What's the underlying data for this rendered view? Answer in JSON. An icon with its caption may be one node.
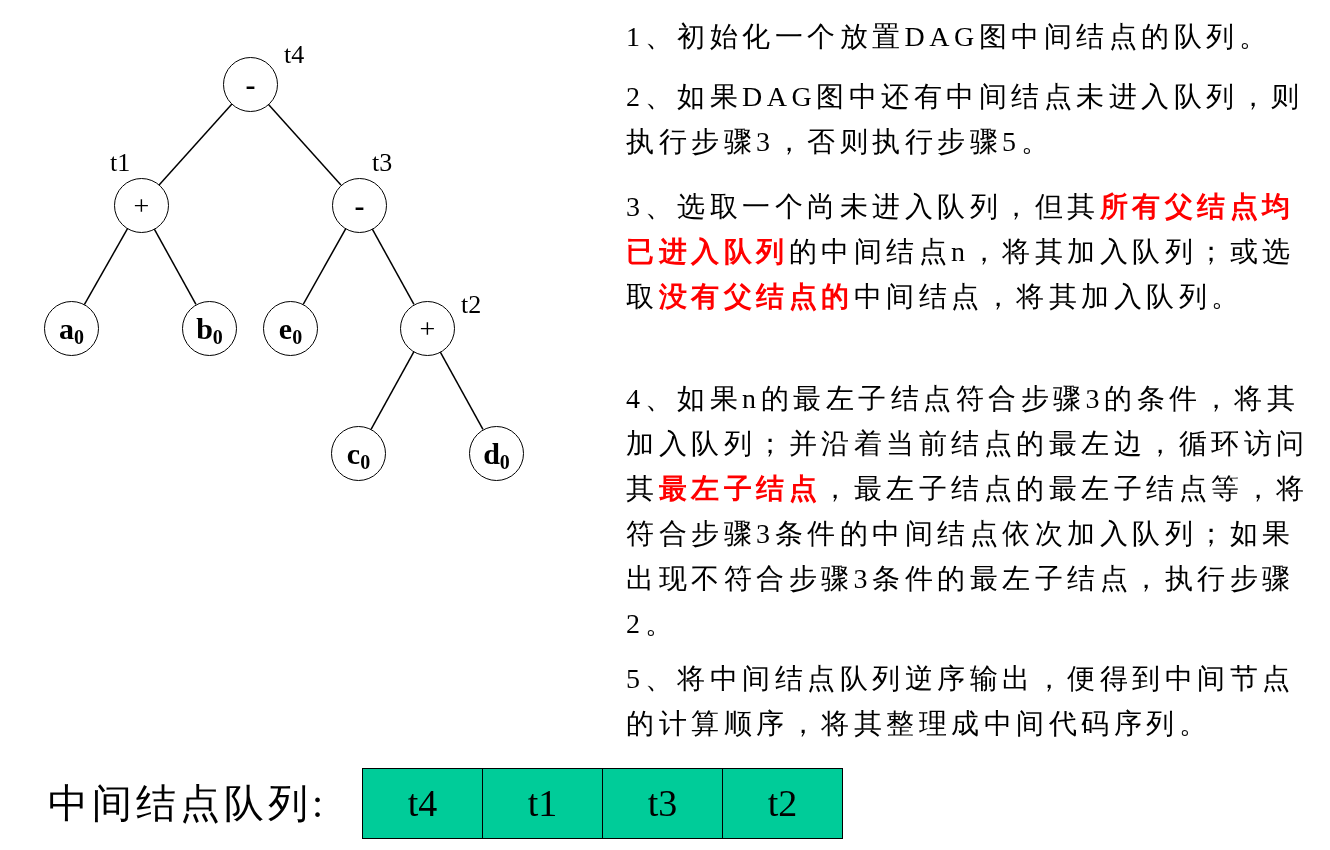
{
  "diagram": {
    "nodes": [
      {
        "text": [
          "-"
        ],
        "beside": [
          "t4"
        ]
      },
      {
        "text": [
          "+"
        ],
        "beside": [
          "t1"
        ]
      },
      {
        "text": [
          "-"
        ],
        "beside": [
          "t3"
        ]
      },
      {
        "text": [
          "a$_{0}$"
        ]
      },
      {
        "text": [
          "b$_{0}$"
        ]
      },
      {
        "text": [
          "e$_{0}$"
        ]
      },
      {
        "text": [
          "+"
        ],
        "beside": [
          "t2"
        ]
      },
      {
        "text": [
          "c$_{0}$"
        ]
      },
      {
        "text": [
          "d$_{0}$"
        ]
      },
      {
        "text": [
          "t4"
        ]
      },
      {
        "text": [
          "t1"
        ]
      },
      {
        "text": [
          "t3"
        ]
      },
      {
        "text": [
          "t2"
        ]
      }
    ],
    "edges": [
      {
        "from": 0,
        "to": 1,
        "arrow": "none"
      },
      {
        "from": 0,
        "to": 2,
        "arrow": "none"
      },
      {
        "from": 1,
        "to": 3,
        "arrow": "none"
      },
      {
        "from": 1,
        "to": 4,
        "arrow": "none"
      },
      {
        "from": 2,
        "to": 5,
        "arrow": "none"
      },
      {
        "from": 2,
        "to": 6,
        "arrow": "none"
      },
      {
        "from": 6,
        "to": 7,
        "arrow": "none"
      },
      {
        "from": 6,
        "to": 8,
        "arrow": "none"
      }
    ],
    "labels": [
      "1、初始化一个放置DAG图中间结点的队列。",
      "2、如果DAG图中还有中间结点未进入队列，则执行步骤3，否则执行步骤5。",
      "3、选取一个尚未进入队列，但其**所有父结点均已进入队列**的中间结点n，将其加入队列；或选取**没有父结点的**中间结点，将其加入队列。",
      "4、如果n的最左子结点符合步骤3的条件，将其加入队列；并沿着当前结点的最左边，循环访问其**最左子结点**，最左子结点的最左子结点等，将符合步骤3条件的中间结点依次加入队列；如果出现不符合步骤3条件的最左子结点，执行步骤2。",
      "5、将中间结点队列逆序输出，便得到中间节点的计算顺序，将其整理成中间代码序列。",
      "中间结点队列:"
    ]
  }
}
